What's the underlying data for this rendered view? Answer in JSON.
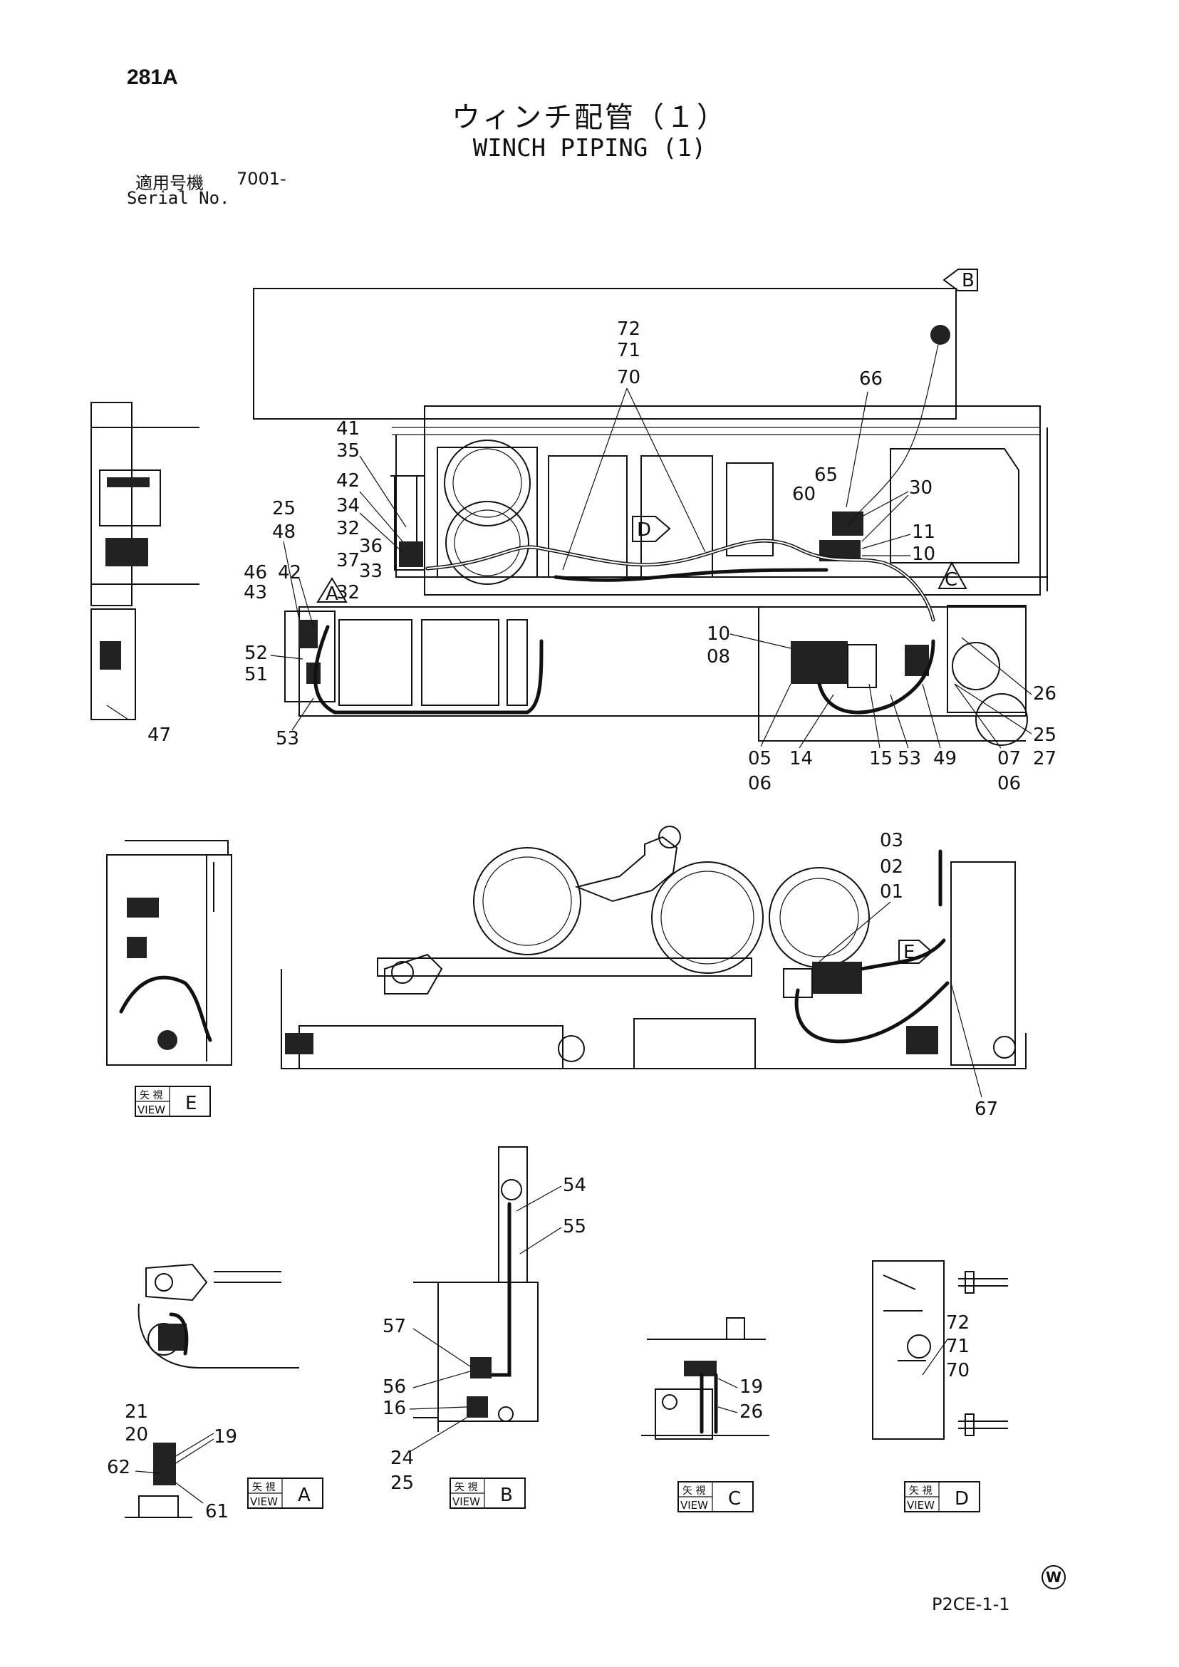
{
  "header": {
    "page_no": "281A",
    "title_jp": "ウィンチ配管（１）",
    "title_en": "WINCH PIPING (1)",
    "serial_label_jp": "適用号機",
    "serial_range": "7001-",
    "serial_label_en": "Serial No."
  },
  "footer": {
    "drawing_code": "P2CE-1-1",
    "mark": "W"
  },
  "views": {
    "view_word": "VIEW",
    "view_kanji": "矢 視",
    "letters": [
      "A",
      "B",
      "C",
      "D",
      "E"
    ],
    "markers": {
      "a": "A",
      "b": "B",
      "c": "C",
      "d": "D",
      "e": "E"
    }
  },
  "labels": {
    "p72a": "72",
    "p71a": "71",
    "p70a": "70",
    "p66": "66",
    "p65": "65",
    "p60": "60",
    "p30": "30",
    "p11": "11",
    "p10a": "10",
    "p41": "41",
    "p35": "35",
    "p42a": "42",
    "p34": "34",
    "p32a": "32",
    "p36": "36",
    "p37": "37",
    "p33": "33",
    "p32b": "32",
    "p25a": "25",
    "p48": "48",
    "p46": "46",
    "p43": "43",
    "p42b": "42",
    "p52": "52",
    "p51": "51",
    "p53a": "53",
    "p47": "47",
    "p10b": "10",
    "p08": "08",
    "p26a": "26",
    "p25b": "25",
    "p27": "27",
    "p05": "05",
    "p06a": "06",
    "p14": "14",
    "p15": "15",
    "p53b": "53",
    "p49": "49",
    "p07": "07",
    "p06b": "06",
    "p03": "03",
    "p02": "02",
    "p01": "01",
    "p67": "67",
    "p54": "54",
    "p55": "55",
    "p57": "57",
    "p56": "56",
    "p16": "16",
    "p24": "24",
    "p25c": "25",
    "p21": "21",
    "p20": "20",
    "p19a": "19",
    "p62": "62",
    "p61": "61",
    "p19b": "19",
    "p26b": "26",
    "p72b": "72",
    "p71b": "71",
    "p70b": "70"
  }
}
